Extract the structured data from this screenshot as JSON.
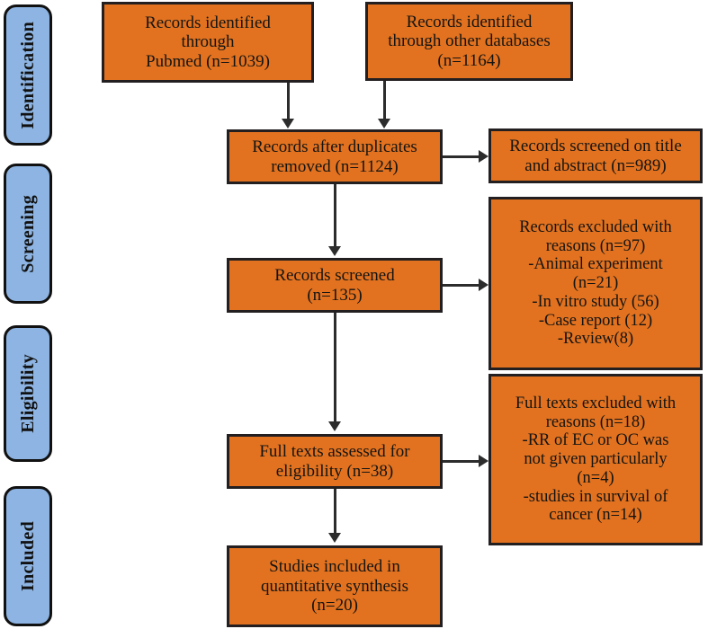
{
  "diagram": {
    "type": "prisma-flow-diagram",
    "colors": {
      "box_fill": "#e2721f",
      "box_border": "#231f20",
      "stage_fill": "#8db4e2",
      "stage_border": "#111111",
      "connector": "#2c2c2c",
      "background": "#ffffff"
    },
    "stages": [
      {
        "label": "Identification"
      },
      {
        "label": "Screening"
      },
      {
        "label": "Eligibility"
      },
      {
        "label": "Included"
      }
    ],
    "nodes": {
      "identified_pubmed": {
        "lines": [
          "Records identified",
          "through",
          "Pubmed (n=1039)"
        ],
        "count": 1039
      },
      "identified_other": {
        "lines": [
          "Records identified",
          "through other databases",
          "(n=1164)"
        ],
        "count": 1164
      },
      "duplicates_removed": {
        "lines": [
          "Records after duplicates",
          "removed (n=1124)"
        ],
        "count": 1124
      },
      "screened_title_abstract": {
        "lines": [
          "Records screened on title",
          "and abstract (n=989)"
        ],
        "count": 989
      },
      "records_excluded": {
        "lines": [
          "Records excluded with",
          "reasons (n=97)",
          "-Animal experiment",
          "(n=21)",
          "-In vitro study (56)",
          "-Case report (12)",
          "-Review(8)"
        ],
        "count": 97
      },
      "records_screened": {
        "lines": [
          "Records screened",
          "(n=135)"
        ],
        "count": 135
      },
      "fulltext_excluded": {
        "lines": [
          "Full  texts excluded with",
          "reasons (n=18)",
          "-RR of EC or OC was",
          "not given particularly",
          "(n=4)",
          "-studies in survival of",
          "cancer (n=14)"
        ],
        "count": 18
      },
      "fulltext_assessed": {
        "lines": [
          "Full texts assessed for",
          "eligibility (n=38)"
        ],
        "count": 38
      },
      "studies_included": {
        "lines": [
          "Studies included in",
          "quantitative synthesis",
          "(n=20)"
        ],
        "count": 20
      }
    }
  }
}
